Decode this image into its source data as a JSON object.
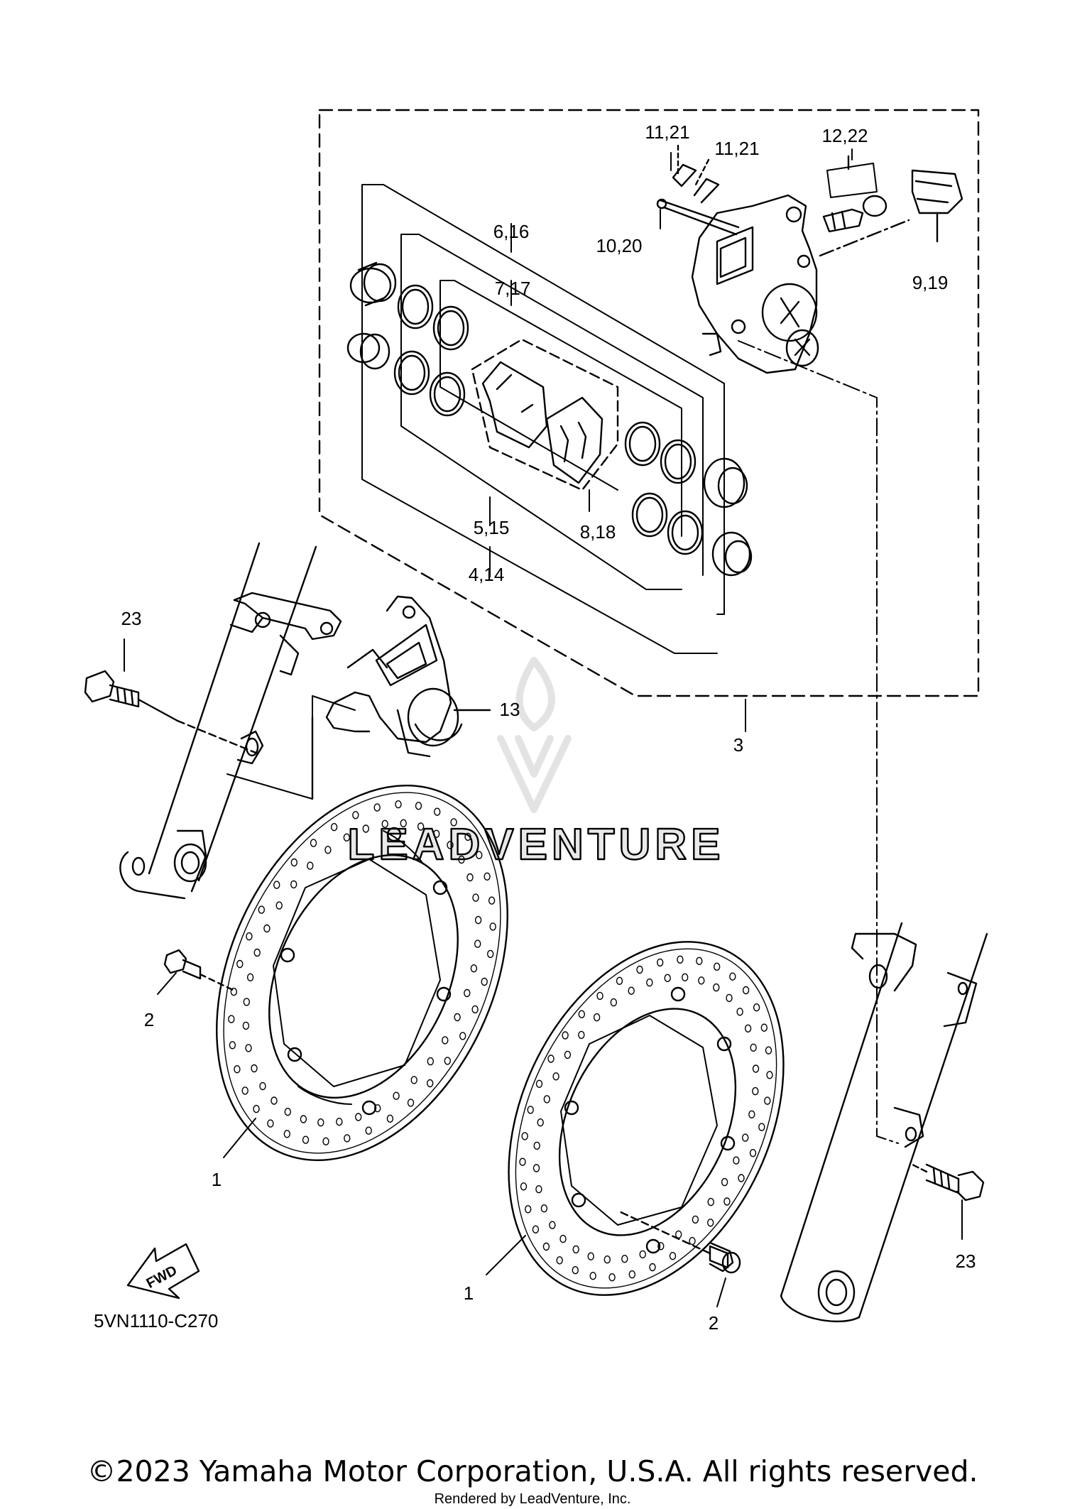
{
  "diagram": {
    "drawing_code": "5VN1110-C270",
    "watermark": "LEADVENTURE",
    "fwd_label": "FWD",
    "callouts": {
      "c_11_21_a": "11,21",
      "c_11_21_b": "11,21",
      "c_12_22": "12,22",
      "c_6_16": "6,16",
      "c_7_17": "7,17",
      "c_10_20": "10,20",
      "c_9_19": "9,19",
      "c_5_15": "5,15",
      "c_8_18": "8,18",
      "c_4_14": "4,14",
      "c_23_left": "23",
      "c_13": "13",
      "c_3": "3",
      "c_2_left": "2",
      "c_1_left": "1",
      "c_23_right": "23",
      "c_1_right": "1",
      "c_2_right": "2"
    }
  },
  "footer": {
    "copyright": "©2023 Yamaha Motor Corporation, U.S.A. All rights reserved.",
    "rendered_by": "Rendered by LeadVenture, Inc."
  }
}
